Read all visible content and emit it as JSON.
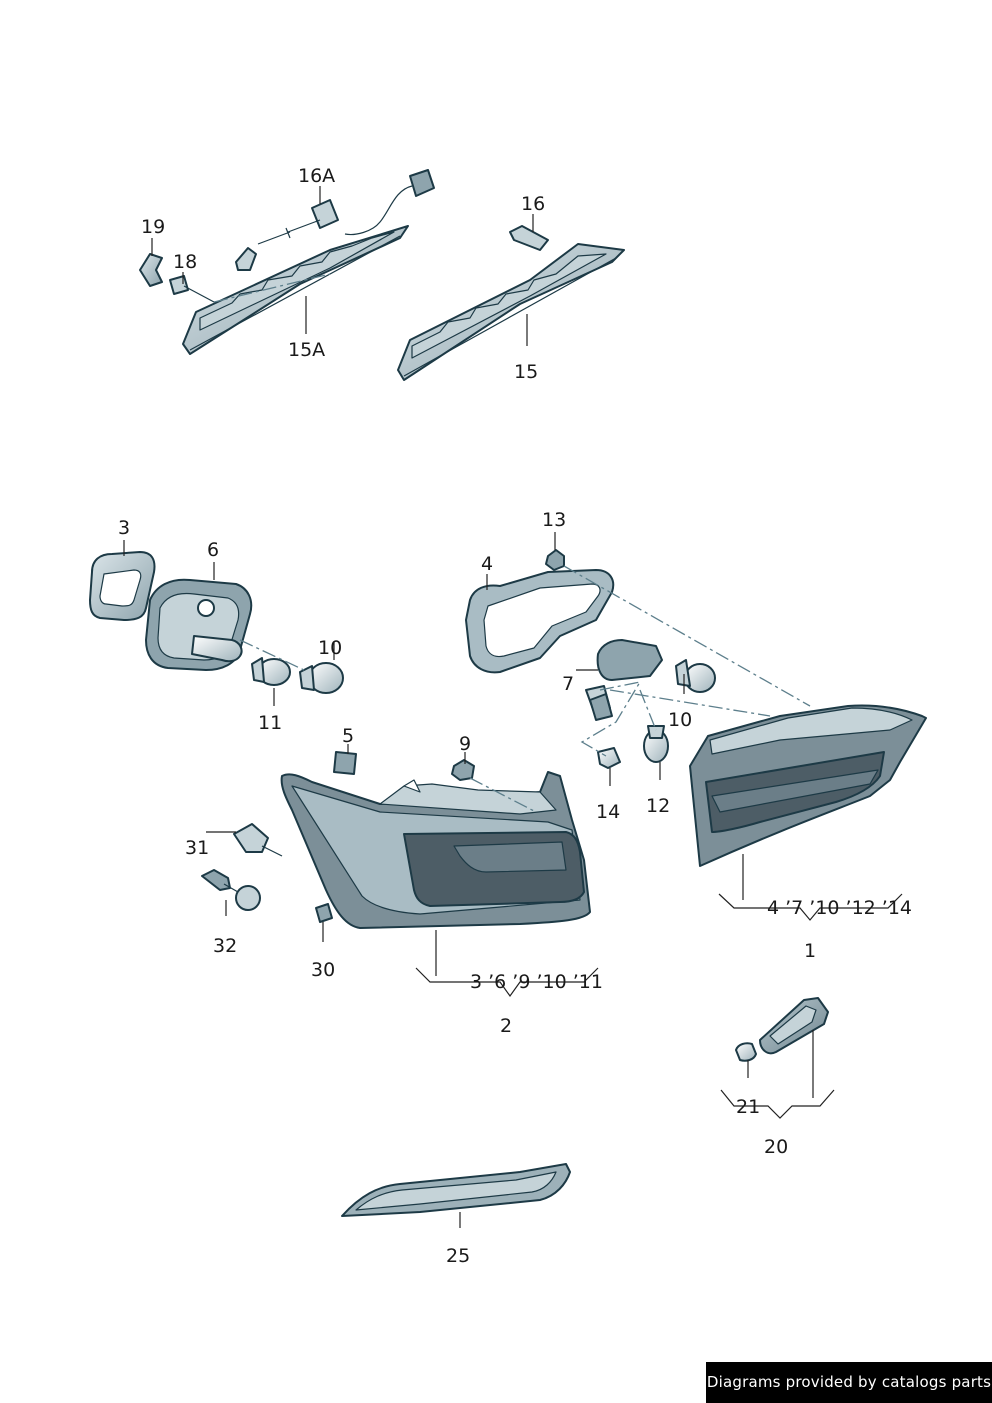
{
  "labels": {
    "p16A": "16A",
    "p19": "19",
    "p18": "18",
    "p15A": "15A",
    "p16": "16",
    "p15": "15",
    "p3": "3",
    "p6": "6",
    "p10a": "10",
    "p11": "11",
    "p13": "13",
    "p4": "4",
    "p7": "7",
    "p10b": "10",
    "p14": "14",
    "p12": "12",
    "p5": "5",
    "p9": "9",
    "p31": "31",
    "p32": "32",
    "p30": "30",
    "g1": "4 ’7 ’10 ’12 ’14",
    "p1": "1",
    "g2": "3 ’6 ’9 ’10 ’11",
    "p2": "2",
    "p21": "21",
    "p20": "20",
    "p25": "25"
  },
  "footer": {
    "text": "Diagrams provided by catalogs parts"
  },
  "colors": {
    "part_fill": "#a9bcc4",
    "part_dark": "#3f4f58",
    "outline": "#1d3a46",
    "glass": "#c9d6db"
  }
}
